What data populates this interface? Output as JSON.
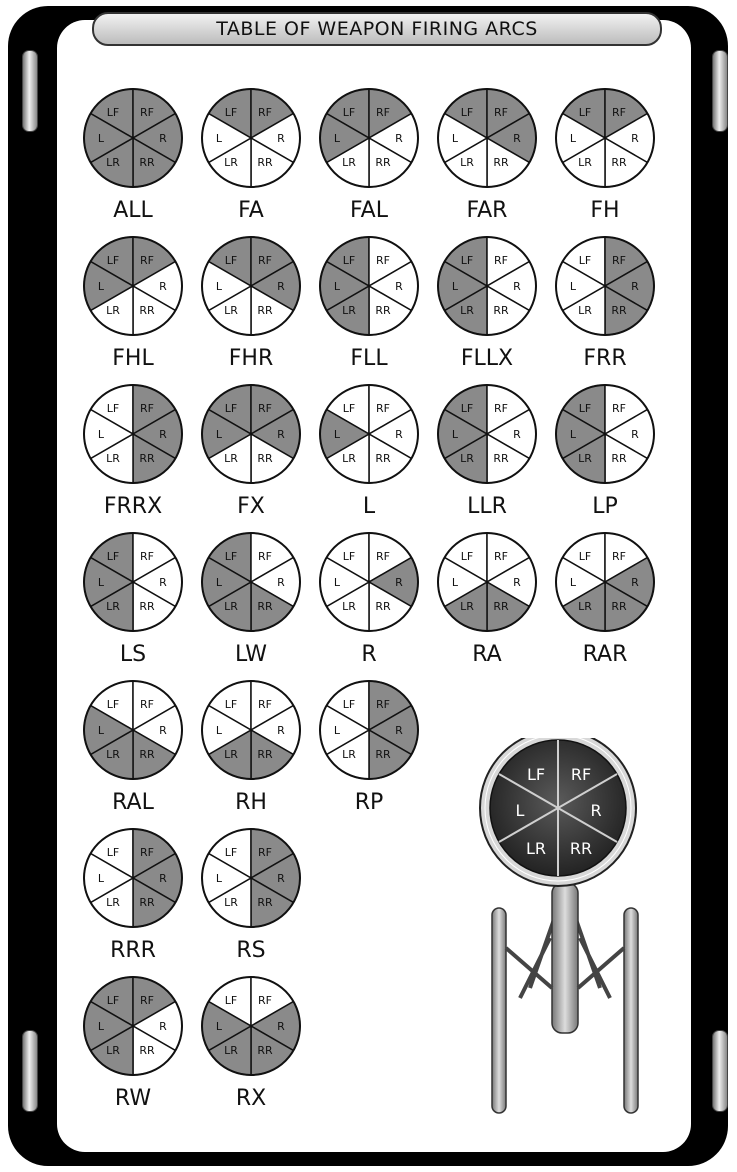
{
  "title": "TABLE OF WEAPON FIRING ARCS",
  "sector_labels": [
    "LF",
    "RF",
    "R",
    "RR",
    "LR",
    "L"
  ],
  "colors": {
    "frame": "#000000",
    "panel": "#ffffff",
    "shaded": "#8a8a8a",
    "unshaded": "#ffffff",
    "ship_dark": "#3a3a3a"
  },
  "arcs": [
    {
      "code": "ALL",
      "shaded": [
        "LF",
        "RF",
        "R",
        "RR",
        "LR",
        "L"
      ]
    },
    {
      "code": "FA",
      "shaded": [
        "LF",
        "RF"
      ]
    },
    {
      "code": "FAL",
      "shaded": [
        "LF",
        "RF",
        "L"
      ]
    },
    {
      "code": "FAR",
      "shaded": [
        "LF",
        "RF",
        "R"
      ]
    },
    {
      "code": "FH",
      "shaded": [
        "LF",
        "RF"
      ]
    },
    {
      "code": "FHL",
      "shaded": [
        "LF",
        "RF",
        "L"
      ]
    },
    {
      "code": "FHR",
      "shaded": [
        "LF",
        "RF",
        "R"
      ]
    },
    {
      "code": "FLL",
      "shaded": [
        "LF",
        "L",
        "LR"
      ]
    },
    {
      "code": "FLLX",
      "shaded": [
        "LF",
        "L",
        "LR"
      ]
    },
    {
      "code": "FRR",
      "shaded": [
        "RF",
        "R",
        "RR"
      ]
    },
    {
      "code": "FRRX",
      "shaded": [
        "RF",
        "R",
        "RR"
      ]
    },
    {
      "code": "FX",
      "shaded": [
        "LF",
        "RF",
        "L",
        "R"
      ]
    },
    {
      "code": "L",
      "shaded": [
        "L"
      ]
    },
    {
      "code": "LLR",
      "shaded": [
        "LF",
        "L",
        "LR"
      ]
    },
    {
      "code": "LP",
      "shaded": [
        "LF",
        "L",
        "LR"
      ]
    },
    {
      "code": "LS",
      "shaded": [
        "LF",
        "L",
        "LR"
      ]
    },
    {
      "code": "LW",
      "shaded": [
        "LF",
        "L",
        "LR",
        "RR"
      ]
    },
    {
      "code": "R",
      "shaded": [
        "R"
      ]
    },
    {
      "code": "RA",
      "shaded": [
        "LR",
        "RR"
      ]
    },
    {
      "code": "RAR",
      "shaded": [
        "LR",
        "RR",
        "R"
      ]
    },
    {
      "code": "RAL",
      "shaded": [
        "LR",
        "RR",
        "L"
      ]
    },
    {
      "code": "RH",
      "shaded": [
        "LR",
        "RR"
      ]
    },
    {
      "code": "RP",
      "shaded": [
        "RF",
        "R",
        "RR"
      ]
    },
    {
      "code": "RRR",
      "shaded": [
        "RF",
        "R",
        "RR"
      ]
    },
    {
      "code": "RS",
      "shaded": [
        "RF",
        "R",
        "RR"
      ]
    },
    {
      "code": "RW",
      "shaded": [
        "LF",
        "RF",
        "L",
        "LR"
      ]
    },
    {
      "code": "RX",
      "shaded": [
        "L",
        "R",
        "LR",
        "RR"
      ]
    }
  ]
}
